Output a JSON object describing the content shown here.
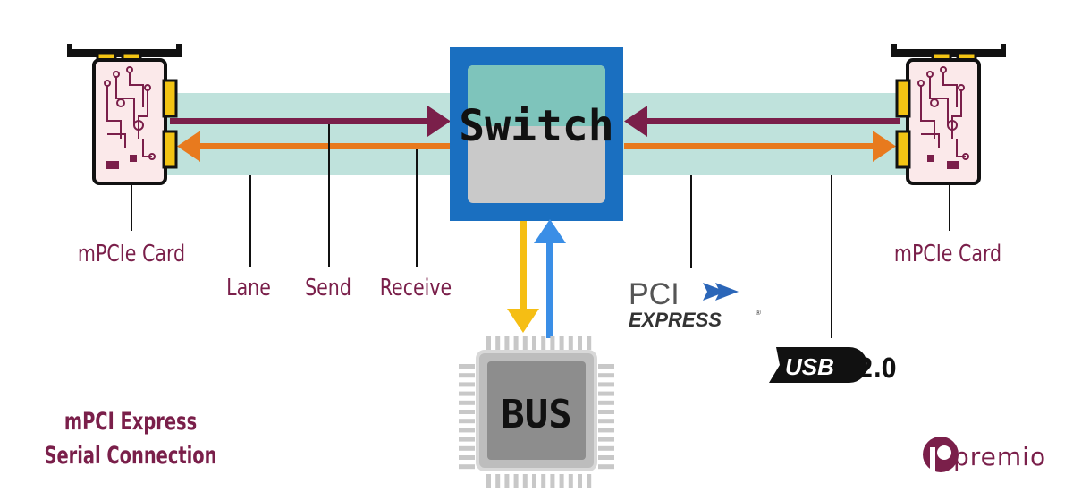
{
  "left_card": {
    "label": "mPCIe Card"
  },
  "right_card": {
    "label": "mPCIe Card"
  },
  "switch": {
    "label": "Switch"
  },
  "bus": {
    "label": "BUS"
  },
  "legend": {
    "lane": "Lane",
    "send": "Send",
    "receive": "Receive"
  },
  "pci_express_logo": {
    "top": "PCI",
    "bottom": "EXPRESS",
    "mark": "®"
  },
  "usb_logo": {
    "text": "USB",
    "version": "2.0"
  },
  "caption": {
    "line1": "mPCI Express",
    "line2": "Serial Connection"
  },
  "brand": {
    "name": "premio"
  },
  "colors": {
    "lane_band": "#bfe2dc",
    "send_arrow": "#7a1f4a",
    "receive_arrow": "#e87a1e",
    "switch_border": "#1a6fc0",
    "switch_top": "#7ec4bb",
    "switch_bottom": "#c9c9c9",
    "bus_down_arrow": "#f5be14",
    "bus_up_arrow": "#3a8ee6",
    "chip_body": "#bdbdbd",
    "chip_core": "#8d8d8d",
    "label_text": "#7a1f4a"
  }
}
